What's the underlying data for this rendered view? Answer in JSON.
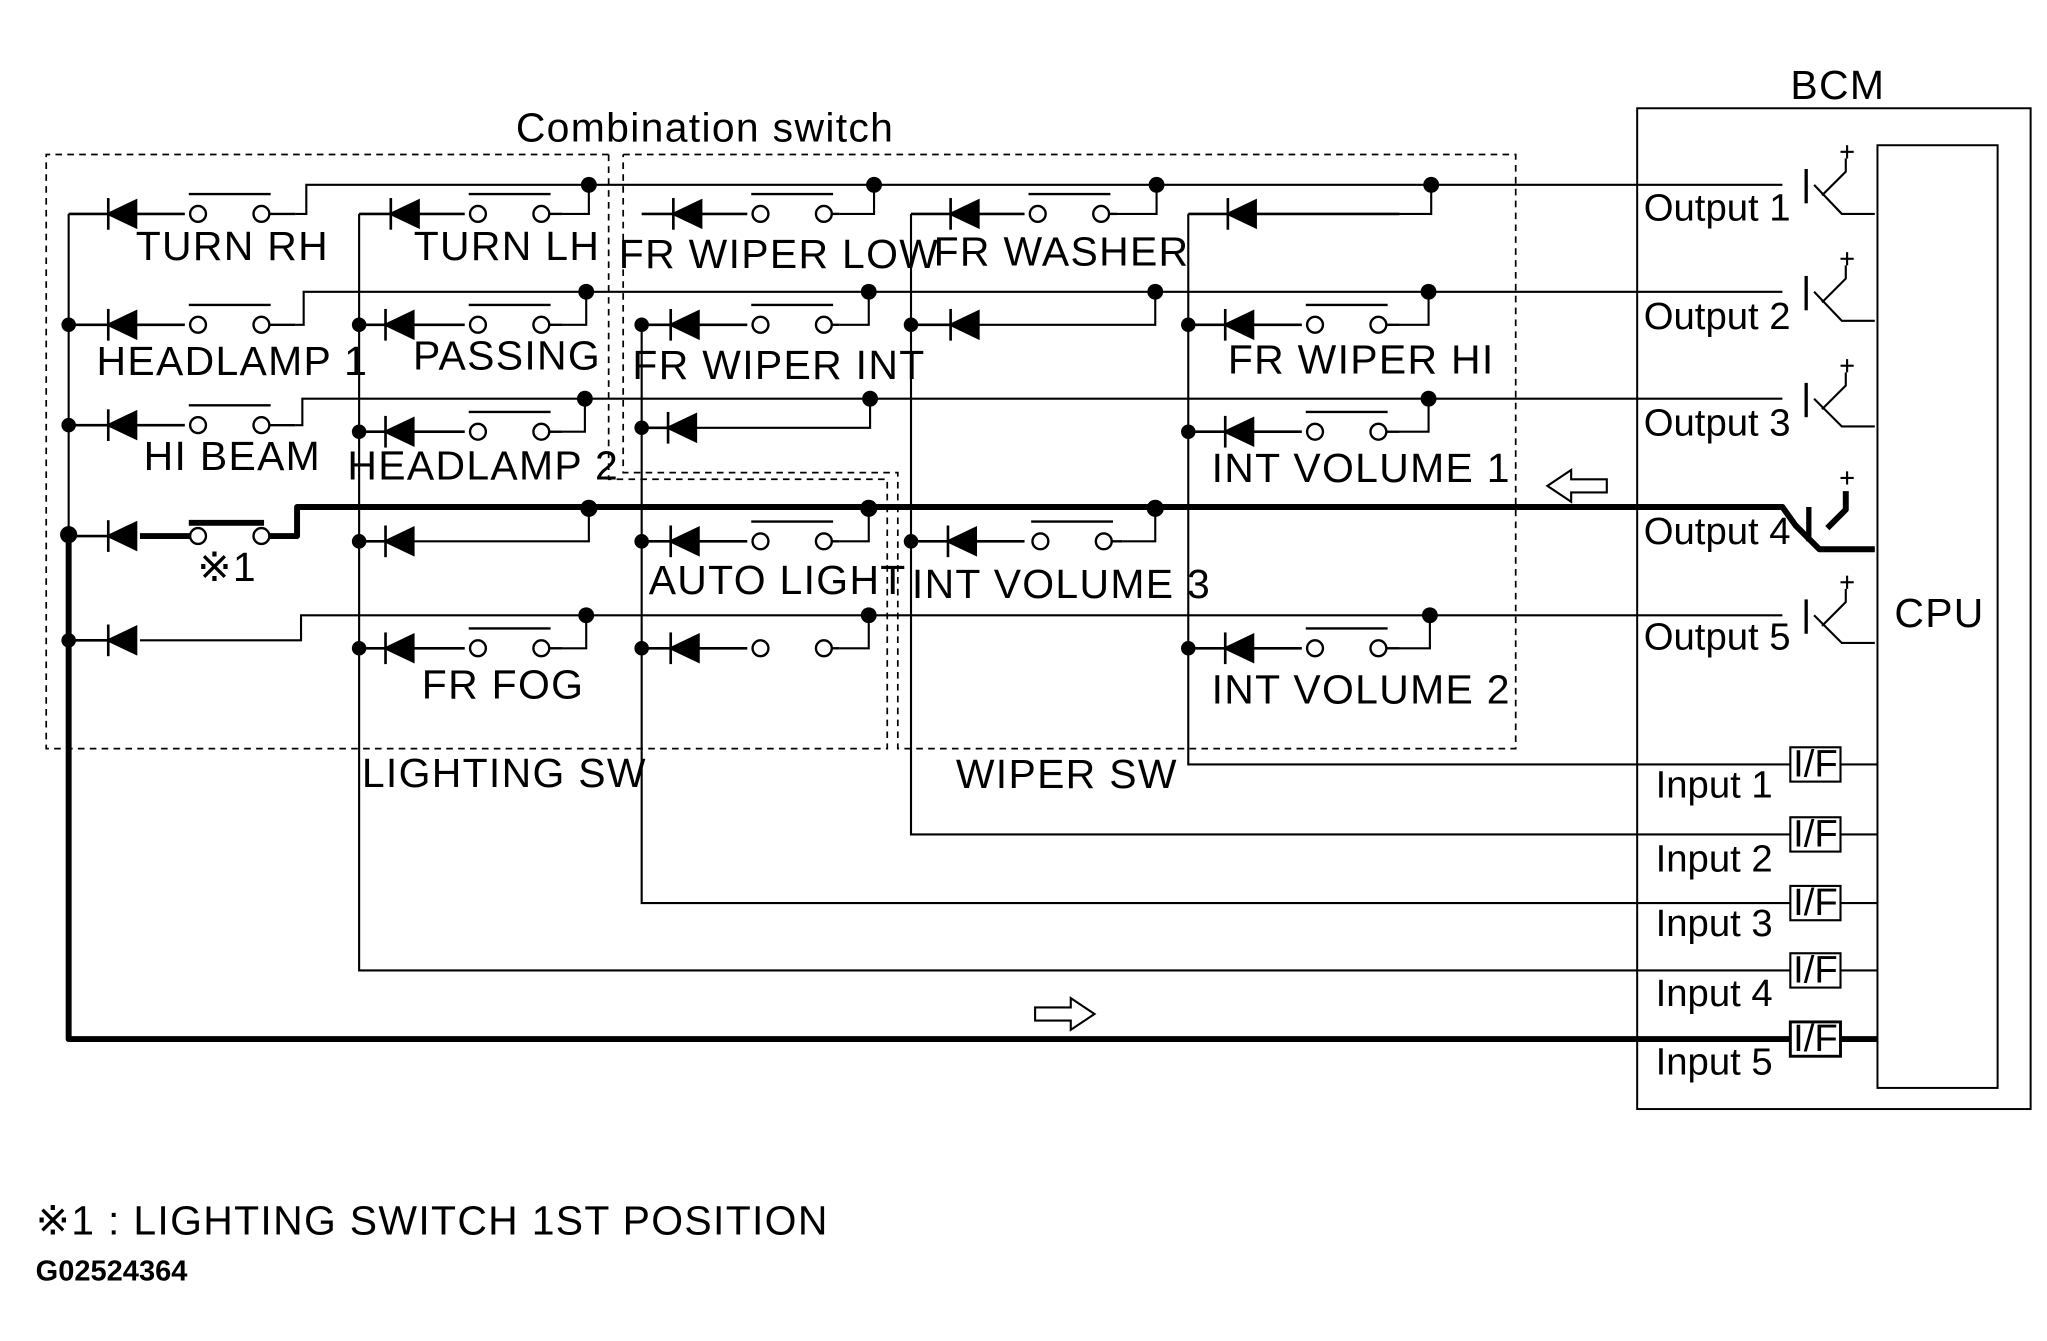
{
  "labels": {
    "combination_switch": "Combination switch",
    "bcm": "BCM",
    "cpu": "CPU",
    "lighting_sw": "LIGHTING SW",
    "wiper_sw": "WIPER SW",
    "mark_1": "※1",
    "footnote": "※1 : LIGHTING SWITCH 1ST POSITION",
    "figure_code": "G02524364"
  },
  "switches": {
    "turn_rh": "TURN RH",
    "turn_lh": "TURN LH",
    "headlamp_1": "HEADLAMP 1",
    "passing": "PASSING",
    "hi_beam": "HI BEAM",
    "headlamp_2": "HEADLAMP 2",
    "fr_fog": "FR FOG",
    "fr_wiper_low": "FR WIPER LOW",
    "fr_wiper_int": "FR WIPER INT",
    "auto_light": "AUTO LIGHT",
    "fr_washer": "FR WASHER",
    "int_volume_3": "INT VOLUME 3",
    "fr_wiper_hi": "FR WIPER HI",
    "int_volume_1": "INT VOLUME 1",
    "int_volume_2": "INT VOLUME 2"
  },
  "outputs": [
    "Output 1",
    "Output 2",
    "Output 3",
    "Output 4",
    "Output 5"
  ],
  "inputs": [
    "Input 1",
    "Input 2",
    "Input 3",
    "Input 4",
    "Input 5"
  ],
  "interface_label": "I/F"
}
